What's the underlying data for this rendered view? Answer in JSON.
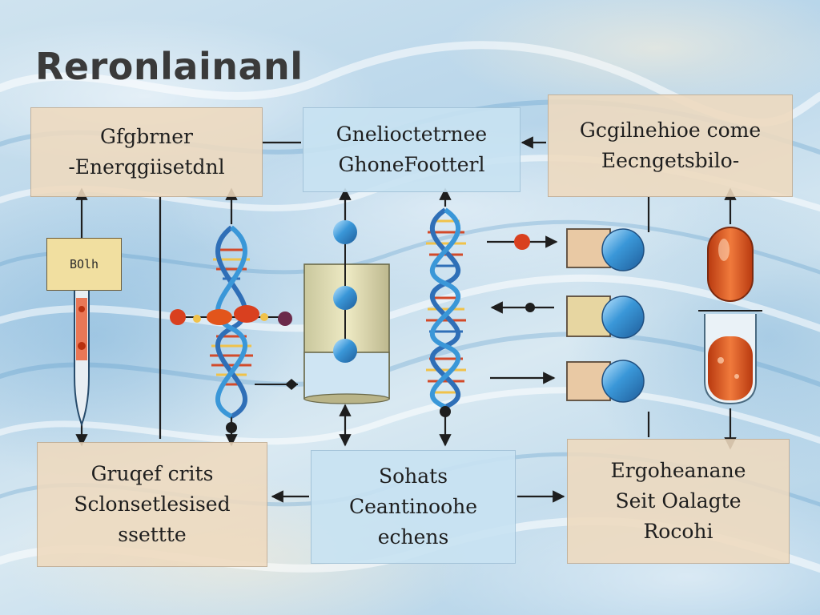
{
  "title": "Reronlainanl",
  "nodes": {
    "top_left": {
      "lines": [
        "Gfgbrner",
        "-Enerqgiisetdnl"
      ]
    },
    "top_center": {
      "lines": [
        "Gnelioctetrnee",
        "GhoneFootterl"
      ]
    },
    "top_right": {
      "lines": [
        "Gcgilnehioe come",
        "Eecngetsbilo-"
      ]
    },
    "bottom_left": {
      "lines": [
        "Gruqef crits",
        "Sclonsetlesised",
        "ssettte"
      ]
    },
    "bottom_center": {
      "lines": [
        "Sohats",
        "Ceantinoohe",
        "echens"
      ]
    },
    "bottom_right": {
      "lines": [
        "Ergoheanane",
        "Seit Oalagte",
        "Rocohi"
      ]
    }
  },
  "tag": {
    "label": "BOlh"
  },
  "colors": {
    "arrow": "#1e1e1e",
    "helix_blue": "#2f6fb7",
    "rung_red": "#d24a2a",
    "rung_yellow": "#f0c24a",
    "bead_blue": "#3a97d8",
    "bead_red": "#d9401f",
    "capsule_orange": "#e2551b",
    "tan_box": "#eedabe",
    "blue_box": "#c8e2f2"
  },
  "icons": [
    "dna-helix-icon",
    "test-tube-icon",
    "capsule-icon",
    "bead-icon",
    "cylinder-icon",
    "molecule-icon"
  ]
}
